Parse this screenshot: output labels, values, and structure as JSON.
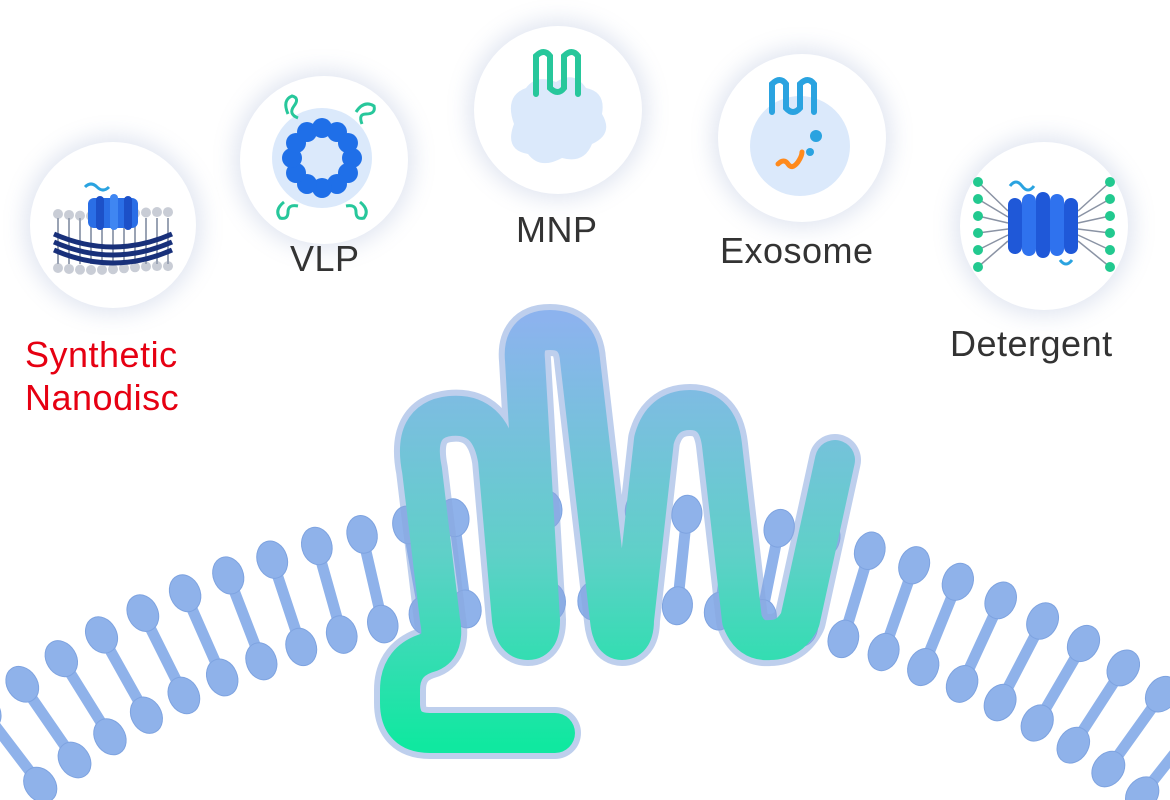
{
  "title": "",
  "colors": {
    "membrane": "#8fb2ea",
    "membrane_edge": "#7ea3e0",
    "protein_top": "#8cb3ee",
    "protein_bottom": "#10e8a0",
    "label": "#333333",
    "highlight": "#e60012"
  },
  "options": [
    {
      "id": "synthetic-nanodisc",
      "label_line1": "Synthetic",
      "label_line2": "Nanodisc",
      "highlighted": true,
      "icon": "nanodisc-icon"
    },
    {
      "id": "vlp",
      "label": "VLP",
      "highlighted": false,
      "icon": "vlp-icon"
    },
    {
      "id": "mnp",
      "label": "MNP",
      "highlighted": false,
      "icon": "mnp-icon"
    },
    {
      "id": "exosome",
      "label": "Exosome",
      "highlighted": false,
      "icon": "exosome-icon"
    },
    {
      "id": "detergent",
      "label": "Detergent",
      "highlighted": false,
      "icon": "detergent-icon"
    }
  ]
}
